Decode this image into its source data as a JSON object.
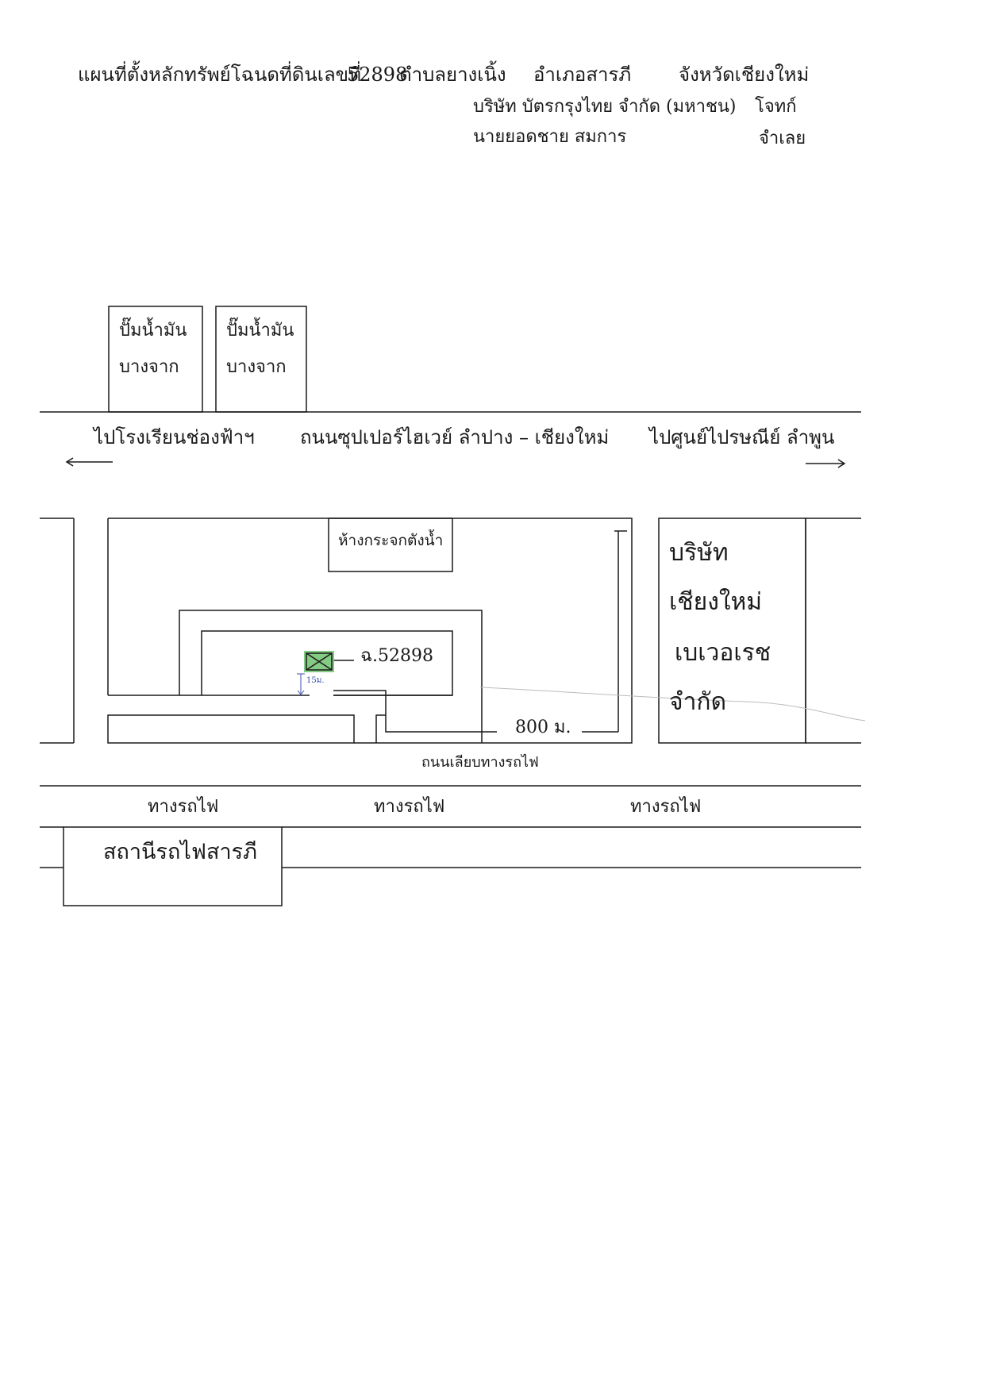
{
  "header": {
    "title": "แผนที่ตั้งหลักทรัพย์โฉนดที่ดินเลขที่",
    "deed_no": "52898",
    "subdistrict": "ตำบลยางเนิ้ง",
    "district": "อำเภอสารภี",
    "province": "จังหวัดเชียงใหม่",
    "plaintiff": "บริษัท บัตรกรุงไทย จำกัด (มหาชน)",
    "plaintiff_role": "โจทก์",
    "defendant": "นายยอดชาย  สมการ",
    "defendant_role": "จำเลย"
  },
  "map": {
    "gas_station_1_line1": "ปั๊มน้ำมัน",
    "gas_station_1_line2": "บางจาก",
    "gas_station_2_line1": "ปั๊มน้ำมัน",
    "gas_station_2_line2": "บางจาก",
    "to_school": "ไปโรงเรียนช่องฟ้าฯ",
    "highway": "ถนนซุปเปอร์ไฮเวย์ ลำปาง – เชียงใหม่",
    "to_post": "ไปศูนย์ไปรษณีย์ ลำพูน",
    "glass_shop": "ห้างกระจกตังน้ำ",
    "company_line1": "บริษัท",
    "company_line2": "เชียงใหม่",
    "company_line3": "เบเวอเรช",
    "company_line4": "จำกัด",
    "deed_label": "ฉ.52898",
    "small_distance": "15ม.",
    "distance": "800 ม.",
    "rail_road": "ถนนเลียบทางรถไฟ",
    "rail_1": "ทางรถไฟ",
    "rail_2": "ทางรถไฟ",
    "rail_3": "ทางรถไฟ",
    "station": "สถานีรถไฟสารภี"
  },
  "colors": {
    "ink": "#1a1a1a",
    "marker_fill": "#6fc26f",
    "annotation_blue": "#3a4fb0"
  },
  "icons": {
    "plot_marker": "x-box-icon",
    "arrow_left": "arrow-left-icon",
    "arrow_right": "arrow-right-icon"
  }
}
